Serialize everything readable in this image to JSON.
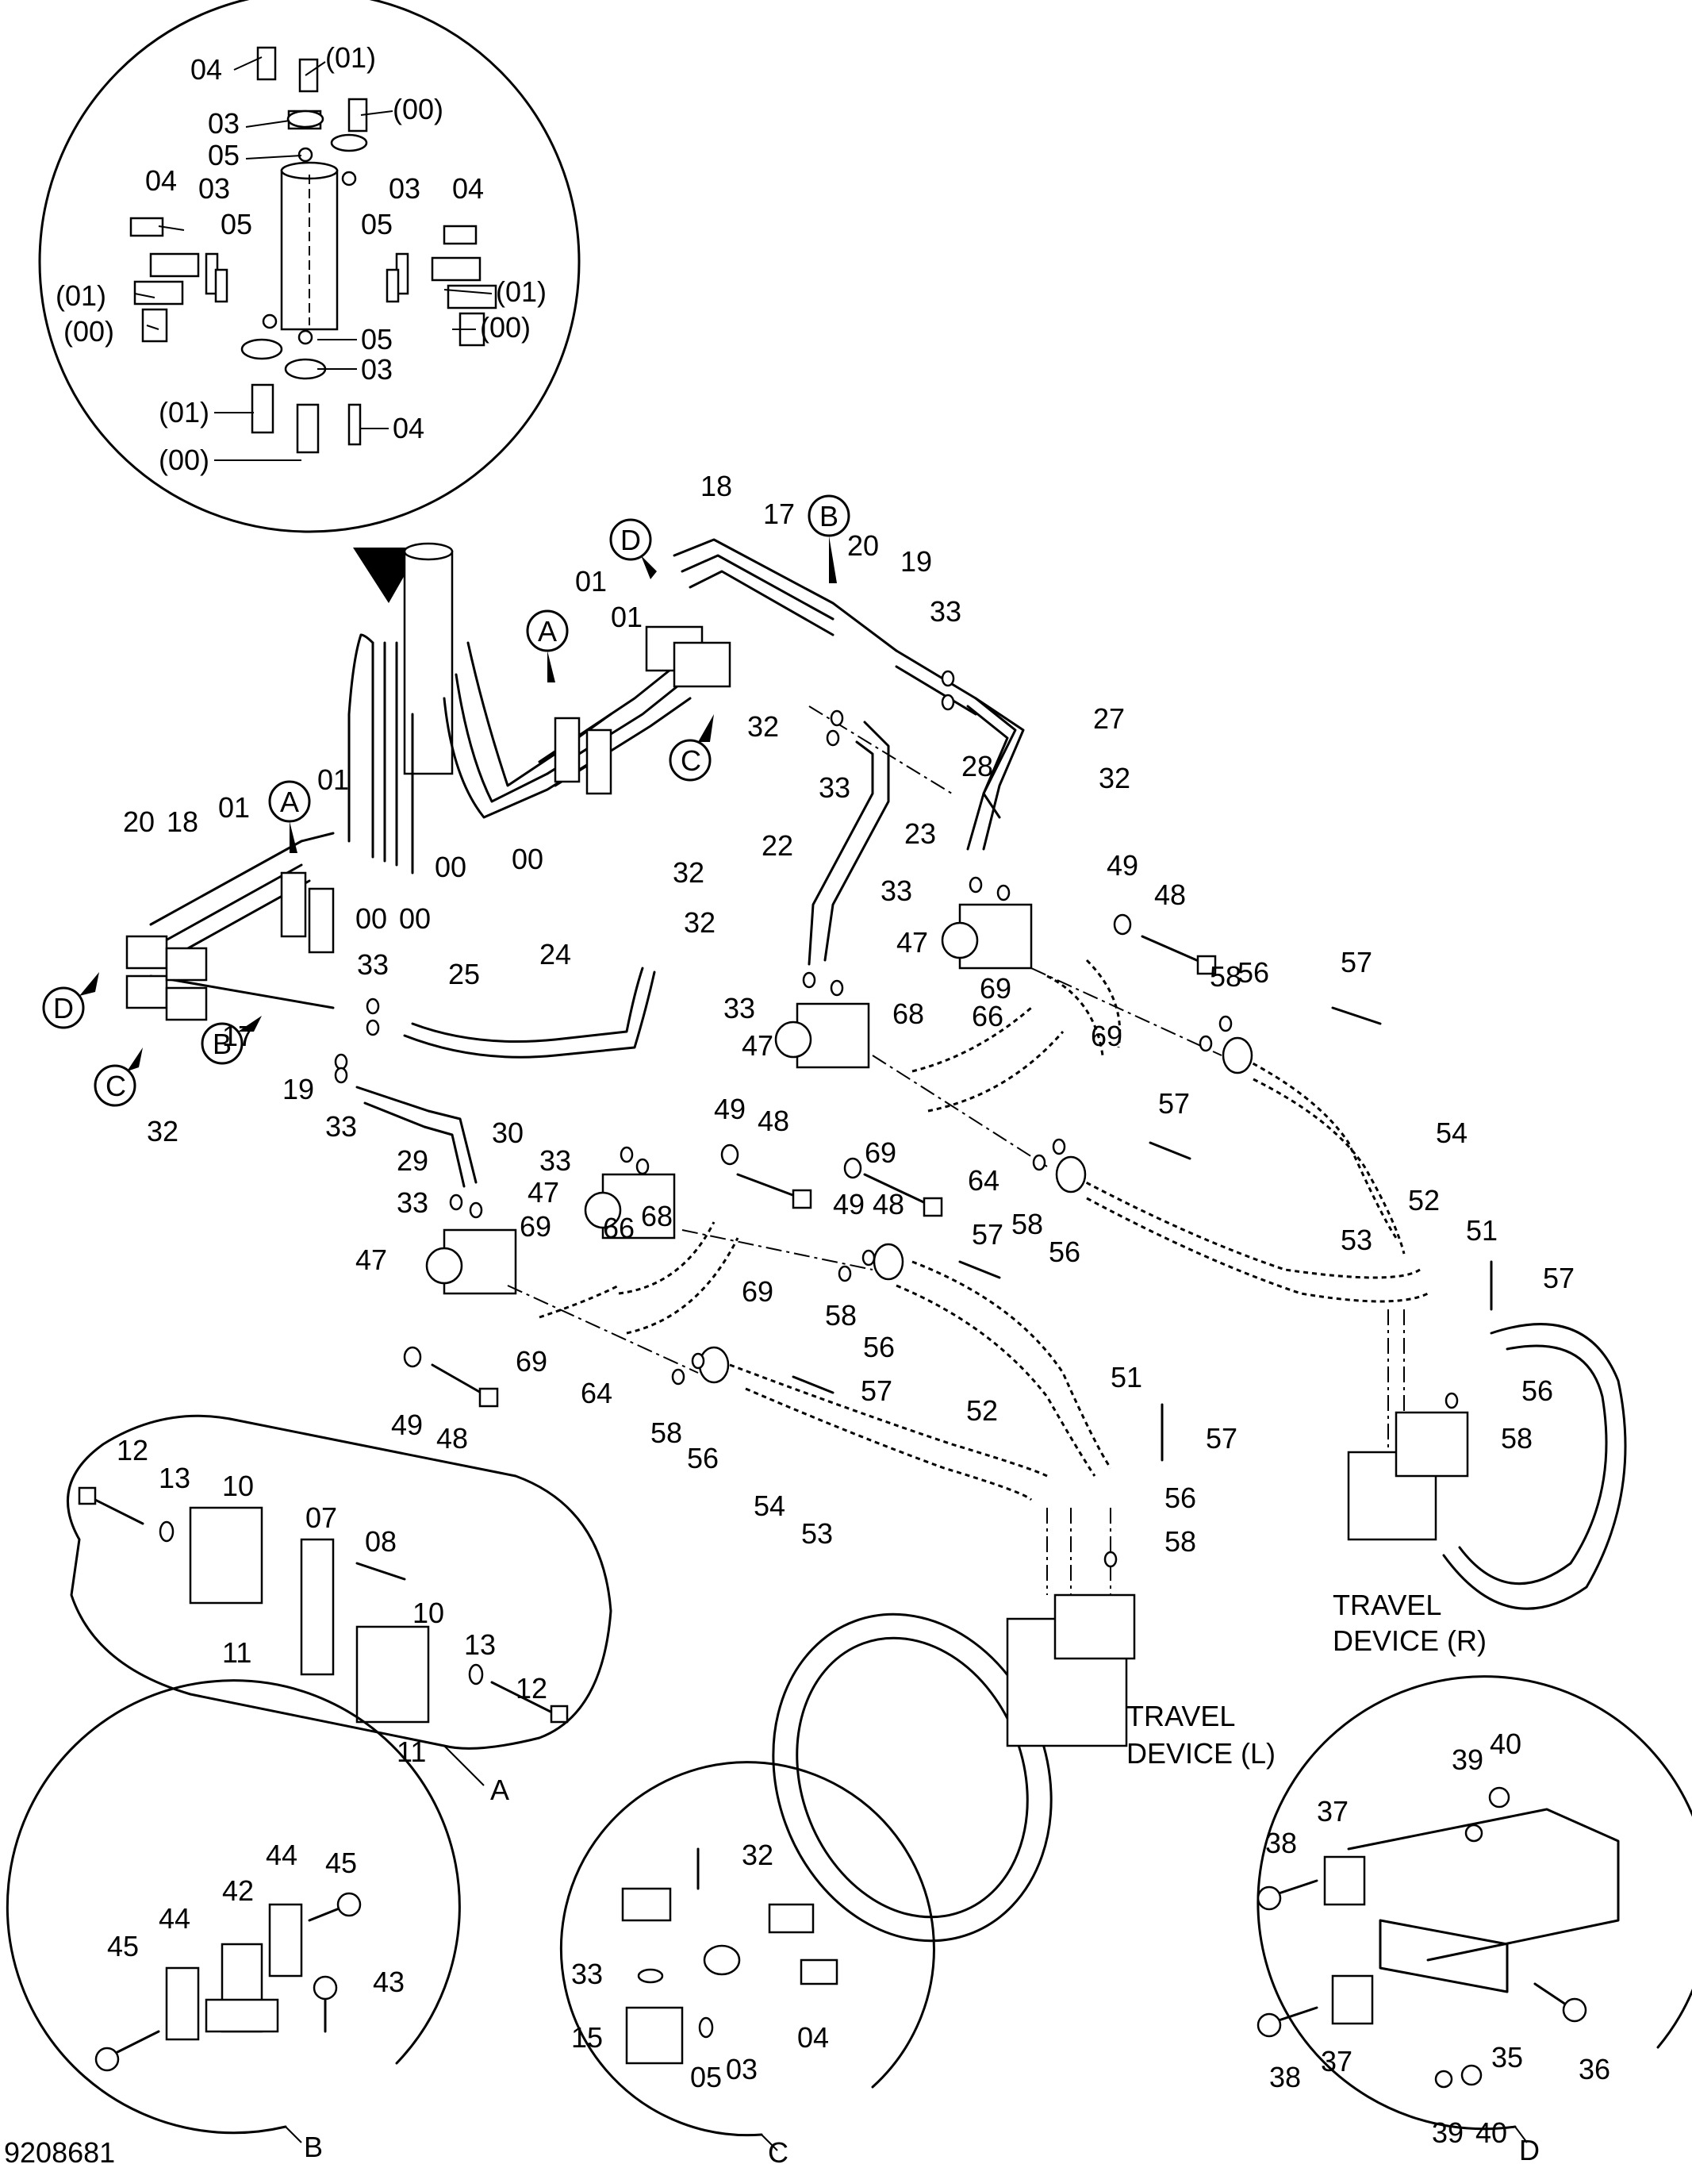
{
  "document_id": "9208681",
  "places": {
    "travel_r": [
      "TRAVEL",
      "DEVICE  (R)"
    ],
    "travel_l": [
      "TRAVEL",
      "DEVICE  (L)"
    ]
  },
  "views": {
    "a": "A",
    "b": "B",
    "c": "C",
    "d": "D"
  },
  "callouts": {
    "a1": "A",
    "a2": "A",
    "b1": "B",
    "b2": "B",
    "c1": "C",
    "c2": "C",
    "d1": "D",
    "d2": "D"
  },
  "labels": {
    "top_04a": "04",
    "top_01a": "(01)",
    "top_00a": "(00)",
    "top_03a": "03",
    "top_05a": "05",
    "top_04b": "04",
    "top_03b": "03",
    "top_05b": "05",
    "top_05c": "05",
    "top_03c": "03",
    "top_04c": "04",
    "top_01b": "(01)",
    "top_00b": "(00)",
    "top_01c": "(01)",
    "top_00c": "(00)",
    "top_05d": "05",
    "top_03d": "03",
    "top_04d": "04",
    "top_01d": "(01)",
    "top_00d": "(00)",
    "m18": "18",
    "m17": "17",
    "m20": "20",
    "m19": "19",
    "m33a": "33",
    "m01a": "01",
    "m01b": "01",
    "m32a": "32",
    "m33b": "33",
    "m27": "27",
    "m28": "28",
    "m32b": "32",
    "m20b": "20",
    "m18b": "18",
    "m01c": "01",
    "m01d": "01",
    "m00a": "00",
    "m00b": "00",
    "m00c": "00",
    "m00d": "00",
    "m22": "22",
    "m23": "23",
    "m32c": "32",
    "m32d": "32",
    "m33c": "33",
    "m25": "25",
    "m24": "24",
    "m17b": "17",
    "m19b": "19",
    "m32e": "32",
    "m33d": "33",
    "m33e": "33",
    "m47a": "47",
    "m49a": "49",
    "m48a": "48",
    "m58a": "58",
    "m69a": "69",
    "m69b": "69",
    "m56a": "56",
    "m57a": "57",
    "m33f": "33",
    "m47b": "47",
    "m68a": "68",
    "m66a": "66",
    "m33g": "33",
    "m47c": "47",
    "m30": "30",
    "m29": "29",
    "m33h": "33",
    "m49b": "49",
    "m48b": "48",
    "m69c": "69",
    "m64a": "64",
    "m49c": "49",
    "m48c": "48",
    "m54a": "54",
    "m57b": "57",
    "m58b": "58",
    "m56b": "56",
    "m53a": "53",
    "m52a": "52",
    "m51a": "51",
    "m57c": "57",
    "m56c": "56",
    "m58c": "58",
    "m47d": "47",
    "m69d": "69",
    "m66b": "66",
    "m68b": "68",
    "m69e": "69",
    "m69f": "69",
    "m64b": "64",
    "m49d": "49",
    "m48d": "48",
    "m57d": "57",
    "m58d": "58",
    "m56d": "56",
    "m51b": "51",
    "m52b": "52",
    "m57e": "57",
    "m58e": "58",
    "m56e": "56",
    "m54b": "54",
    "m53b": "53",
    "m57f": "57",
    "m56f": "56",
    "m58f": "58",
    "a12a": "12",
    "a13a": "13",
    "a10a": "10",
    "a07": "07",
    "a08": "08",
    "a11a": "11",
    "a10b": "10",
    "a13b": "13",
    "a12b": "12",
    "a11b": "11",
    "b45a": "45",
    "b44a": "44",
    "b42": "42",
    "b44b": "44",
    "b45b": "45",
    "b43": "43",
    "c32": "32",
    "c33": "33",
    "c15": "15",
    "c05": "05",
    "c03": "03",
    "c04": "04",
    "d38a": "38",
    "d37a": "37",
    "d39a": "39",
    "d40a": "40",
    "d38b": "38",
    "d37b": "37",
    "d35": "35",
    "d36": "36",
    "d39b": "39",
    "d40b": "40"
  }
}
